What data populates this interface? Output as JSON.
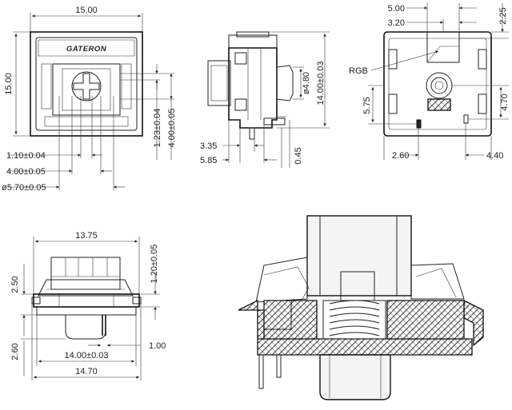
{
  "top_view": {
    "logo": "GATERON",
    "width": "15.00",
    "height": "15.00",
    "dim_1": "1.10±0.04",
    "dim_2": "4.00±0.05",
    "dim_3": "ø5.70±0.05",
    "dim_4": "1.23±0.04",
    "dim_5": "4.00±0.05"
  },
  "side_view": {
    "dim_stem": "ø4.80",
    "dim_total": "14.00±0.03",
    "dim_a": "3.35",
    "dim_b": "5.85",
    "dim_c": "0.45"
  },
  "bottom_view": {
    "dim_top_a": "5.00",
    "dim_top_b": "3.20",
    "dim_corner": "2.25",
    "label_rgb": "RGB",
    "dim_left": "5.75",
    "dim_right": "4.70",
    "dim_bottom_left": "2.60",
    "dim_bottom_right": "4.40"
  },
  "front_view": {
    "dim_top": "13.75",
    "dim_left_top": "2.50",
    "dim_right": "1.20±0.05",
    "dim_left_bottom": "2.60",
    "dim_pin": "1.00",
    "dim_inner": "14.00±0.03",
    "dim_outer": "14.70"
  }
}
